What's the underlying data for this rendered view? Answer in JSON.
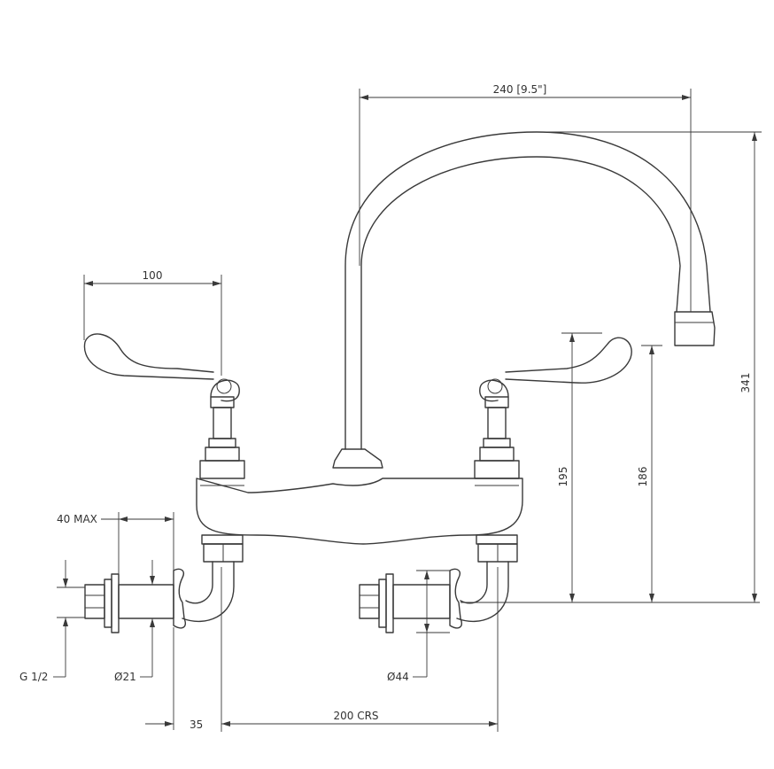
{
  "dimensions": {
    "spout_reach": "240 [9.5\"]",
    "lever_length": "100",
    "overall_height": "341",
    "lever_height": "195",
    "spout_outlet_height": "186",
    "wall_projection": "40 MAX",
    "inlet_thread": "G 1/2",
    "inlet_diameter": "Ø21",
    "flange_diameter": "Ø44",
    "offset": "35",
    "centres": "200 CRS"
  },
  "colors": {
    "line": "#3a3a3a",
    "background": "#ffffff"
  }
}
